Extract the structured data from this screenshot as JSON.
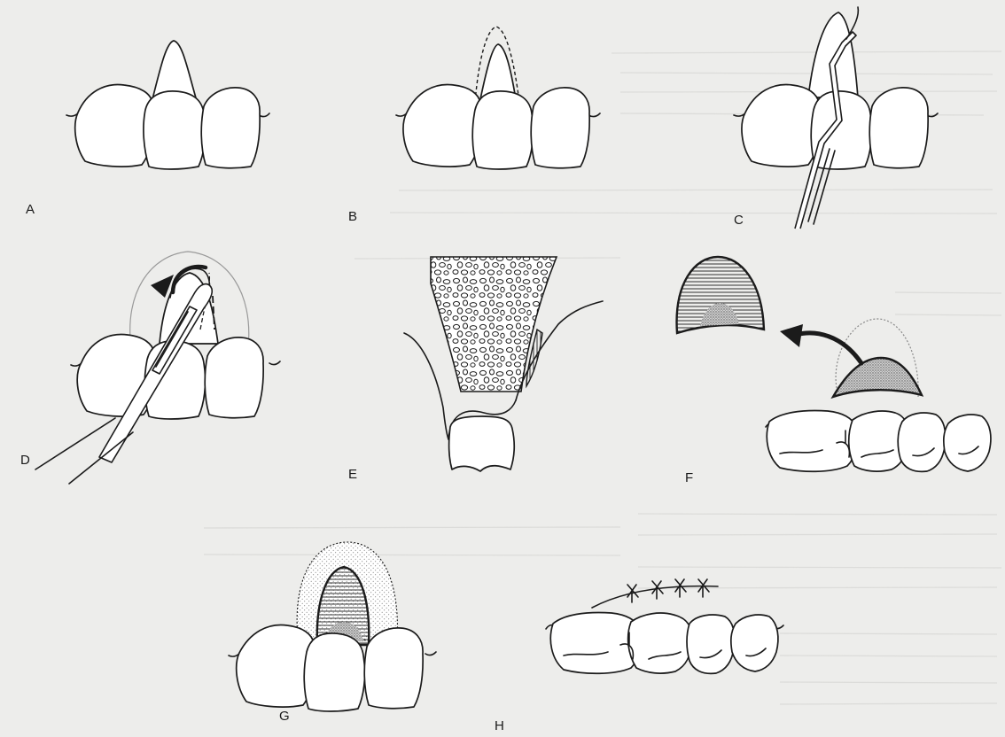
{
  "panels": [
    {
      "id": "A",
      "label": "A"
    },
    {
      "id": "B",
      "label": "B"
    },
    {
      "id": "C",
      "label": "C"
    },
    {
      "id": "D",
      "label": "D"
    },
    {
      "id": "E",
      "label": "E"
    },
    {
      "id": "F",
      "label": "F"
    },
    {
      "id": "G",
      "label": "G"
    },
    {
      "id": "H",
      "label": "H"
    }
  ],
  "colors": {
    "background": "#ededeb",
    "ink": "#1b1b1b",
    "tooth_fill": "#ffffff",
    "graft_stipple": "#bdbdbd"
  }
}
